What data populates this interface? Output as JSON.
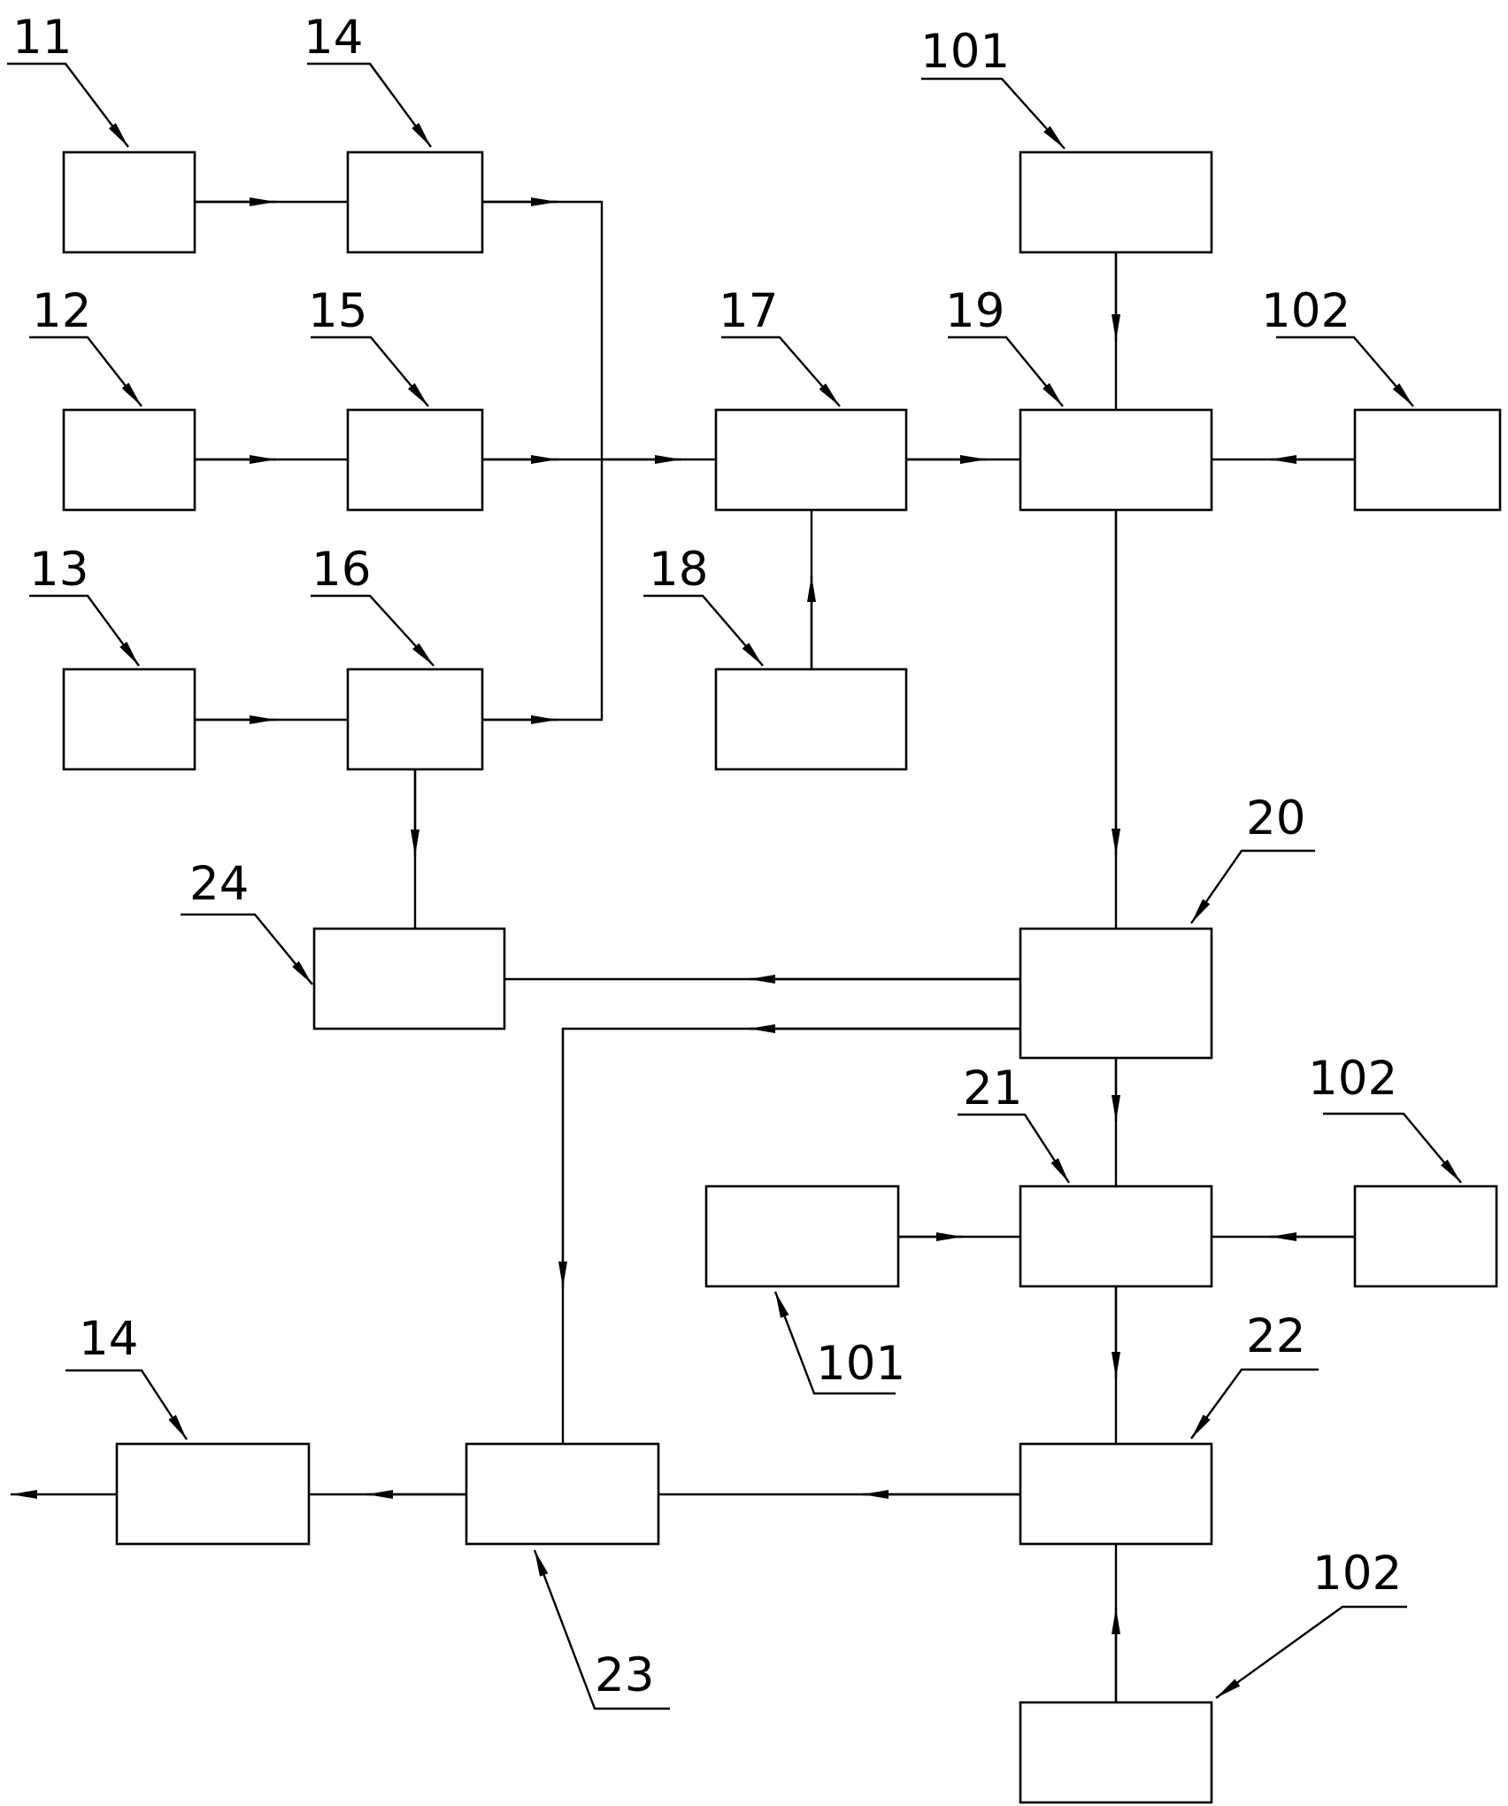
{
  "diagram": {
    "labels": {
      "b11": "11",
      "b12": "12",
      "b13": "13",
      "b14_top": "14",
      "b15": "15",
      "b16": "16",
      "b17": "17",
      "b18": "18",
      "b19": "19",
      "b101_top": "101",
      "b102_top": "102",
      "b20": "20",
      "b21": "21",
      "b101_mid": "101",
      "b102_mid": "102",
      "b22": "22",
      "b102_bot": "102",
      "b23": "23",
      "b24": "24",
      "b14_bot": "14"
    },
    "line_color": "#000000",
    "background_color": "#ffffff"
  }
}
